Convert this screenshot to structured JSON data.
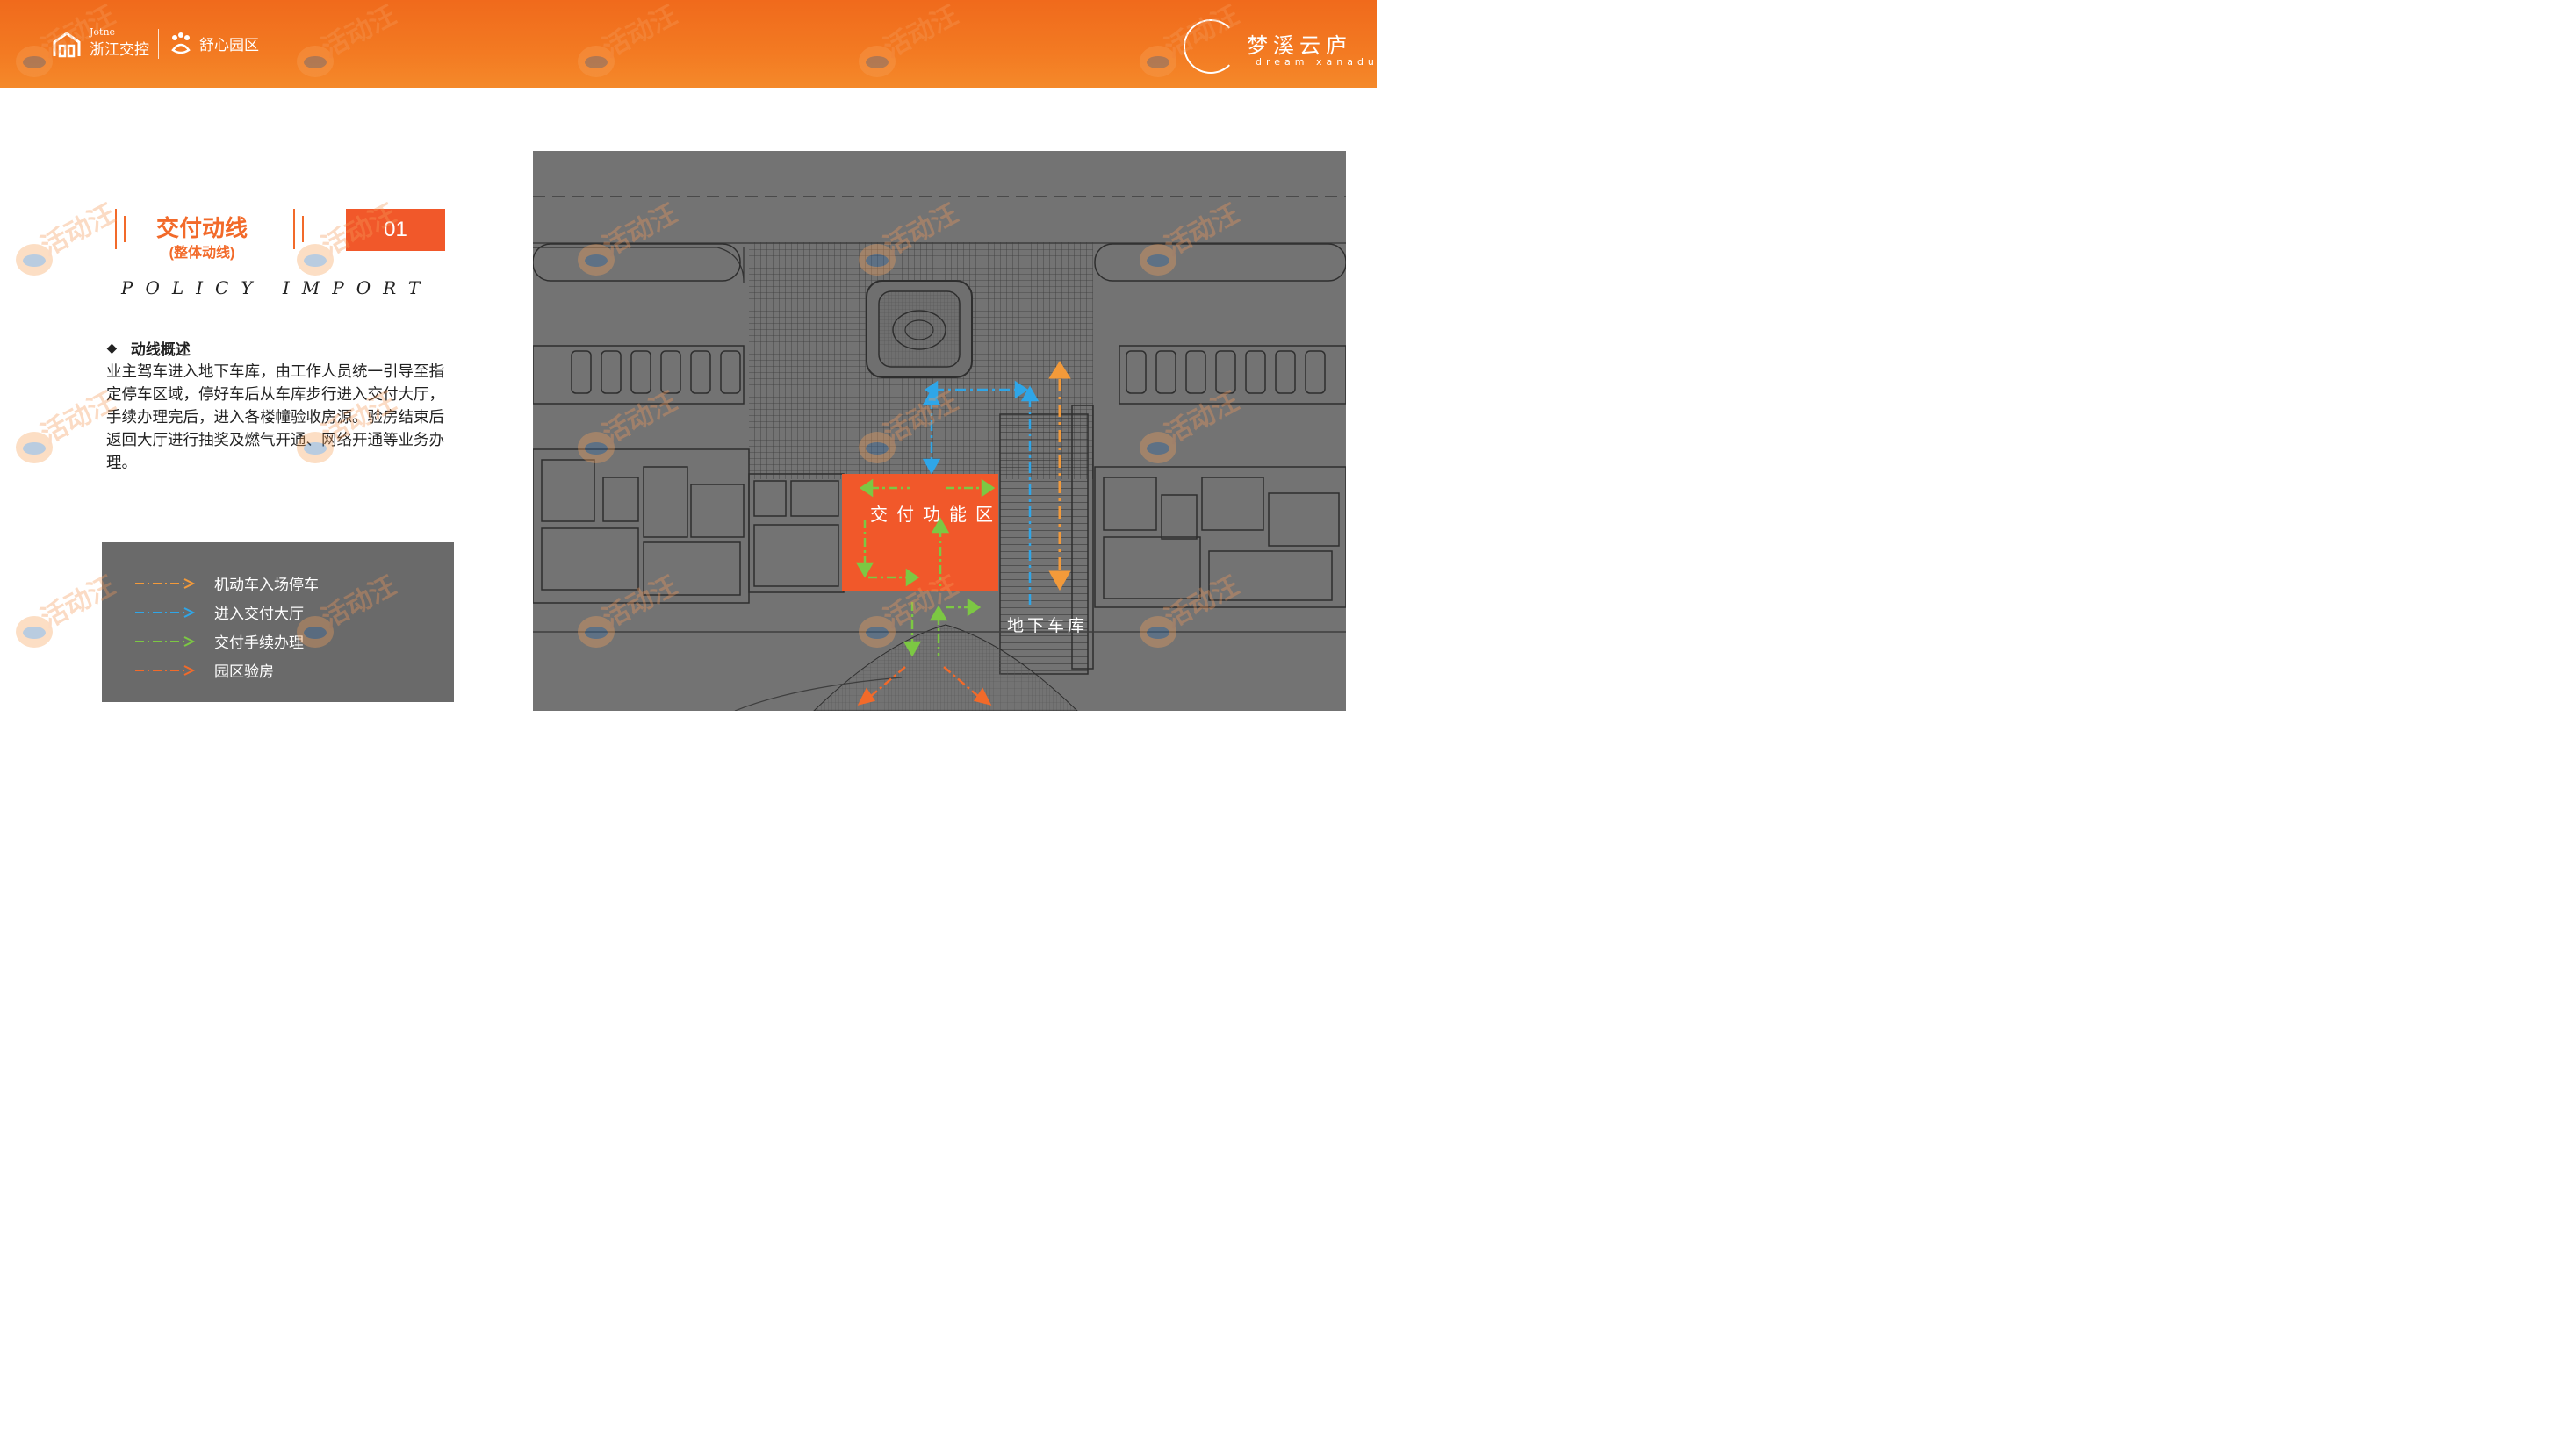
{
  "header": {
    "brand_jt_en": "Jotne",
    "brand_jt_cn": "浙江交控",
    "brand_sx_cn": "舒心园区",
    "project_cn": "梦溪云庐",
    "project_en": "dream xanadu"
  },
  "section": {
    "title": "交付动线",
    "subtitle": "(整体动线)",
    "number": "01",
    "english": "POLICY IMPORT"
  },
  "overview": {
    "bullet": "◆",
    "heading": "动线概述",
    "body": "业主驾车进入地下车库，由工作人员统一引导至指定停车区域，停好车后从车库步行进入交付大厅，手续办理完后，进入各楼幢验收房源。验房结束后返回大厅进行抽奖及燃气开通、网络开通等业务办理。"
  },
  "legend": [
    {
      "label": "机动车入场停车",
      "color": "#f39a3a"
    },
    {
      "label": "进入交付大厅",
      "color": "#2fa6e8"
    },
    {
      "label": "交付手续办理",
      "color": "#7cc843"
    },
    {
      "label": "园区验房",
      "color": "#f26a2a"
    }
  ],
  "plan": {
    "zone_delivery": "交付功能区",
    "zone_garage": "地下车库",
    "delivery_color": "#f1582a"
  },
  "watermark": "活动汪"
}
